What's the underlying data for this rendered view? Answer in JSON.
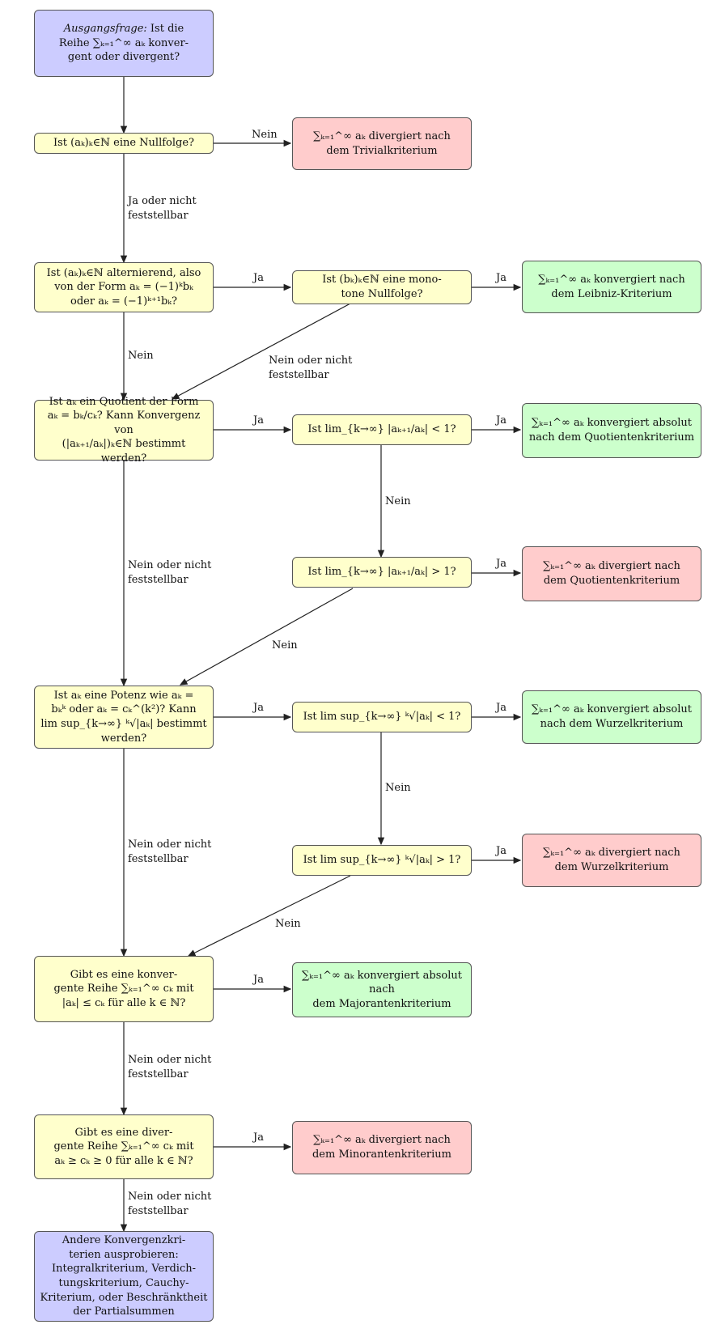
{
  "nodes": {
    "start": [
      "Ausgangsfrage: Ist die",
      "Reihe ∑ₖ₌₁^∞ aₖ konver-",
      "gent oder divergent?"
    ],
    "q_null": [
      "Ist (aₖ)ₖ∈ℕ eine Nullfolge?"
    ],
    "r_trivial": [
      "∑ₖ₌₁^∞ aₖ divergiert nach",
      "dem Trivialkriterium"
    ],
    "q_alt": [
      "Ist (aₖ)ₖ∈ℕ alternierend, also",
      "von der Form aₖ = (−1)ᵏbₖ",
      "oder aₖ = (−1)ᵏ⁺¹bₖ?"
    ],
    "q_bk": [
      "Ist (bₖ)ₖ∈ℕ eine mono-",
      "tone Nullfolge?"
    ],
    "r_leibniz": [
      "∑ₖ₌₁^∞ aₖ konvergiert nach",
      "dem Leibniz-Kriterium"
    ],
    "q_quot": [
      "Ist aₖ ein Quotient der Form",
      "aₖ = bₖ/cₖ? Kann Konvergenz von",
      "(|aₖ₊₁/aₖ|)ₖ∈ℕ bestimmt werden?"
    ],
    "q_lim_lt": [
      "Ist lim_{k→∞} |aₖ₊₁/aₖ| < 1?"
    ],
    "r_quot_conv": [
      "∑ₖ₌₁^∞ aₖ konvergiert absolut",
      "nach dem Quotientenkriterium"
    ],
    "q_lim_gt": [
      "Ist lim_{k→∞} |aₖ₊₁/aₖ| > 1?"
    ],
    "r_quot_div": [
      "∑ₖ₌₁^∞ aₖ divergiert nach",
      "dem Quotientenkriterium"
    ],
    "q_pot": [
      "Ist aₖ eine Potenz wie aₖ =",
      "bₖᵏ oder aₖ = cₖ^(k²)? Kann",
      "lim sup_{k→∞} ᵏ√|aₖ| bestimmt werden?"
    ],
    "q_root_lt": [
      "Ist lim sup_{k→∞} ᵏ√|aₖ| < 1?"
    ],
    "r_root_conv": [
      "∑ₖ₌₁^∞ aₖ konvergiert absolut",
      "nach dem Wurzelkriterium"
    ],
    "q_root_gt": [
      "Ist lim sup_{k→∞} ᵏ√|aₖ| > 1?"
    ],
    "r_root_div": [
      "∑ₖ₌₁^∞ aₖ divergiert nach",
      "dem Wurzelkriterium"
    ],
    "q_major": [
      "Gibt es eine konver-",
      "gente Reihe ∑ₖ₌₁^∞ cₖ mit",
      "|aₖ| ≤ cₖ für alle k ∈ ℕ?"
    ],
    "r_major": [
      "∑ₖ₌₁^∞ aₖ konvergiert absolut nach",
      "dem Majorantenkriterium"
    ],
    "q_minor": [
      "Gibt es eine diver-",
      "gente Reihe ∑ₖ₌₁^∞ cₖ mit",
      "aₖ ≥ cₖ ≥ 0 für alle k ∈ ℕ?"
    ],
    "r_minor": [
      "∑ₖ₌₁^∞ aₖ divergiert nach",
      "dem Minorantenkriterium"
    ],
    "end": [
      "Andere Konvergenzkri-",
      "terien ausprobieren:",
      "Integralkriterium, Verdich-",
      "tungskriterium, Cauchy-",
      "Kriterium, oder Beschränktheit",
      "der Partialsummen"
    ]
  },
  "edge_labels": {
    "nein": "Nein",
    "ja": "Ja",
    "ja_oder_nicht": [
      "Ja oder nicht",
      "feststellbar"
    ],
    "nein_oder_nicht": [
      "Nein oder nicht",
      "feststellbar"
    ]
  },
  "colors": {
    "start_end": "#ccccff",
    "question": "#ffffcc",
    "convergent": "#ccffcc",
    "divergent": "#ffcccc",
    "edge": "#222222"
  }
}
